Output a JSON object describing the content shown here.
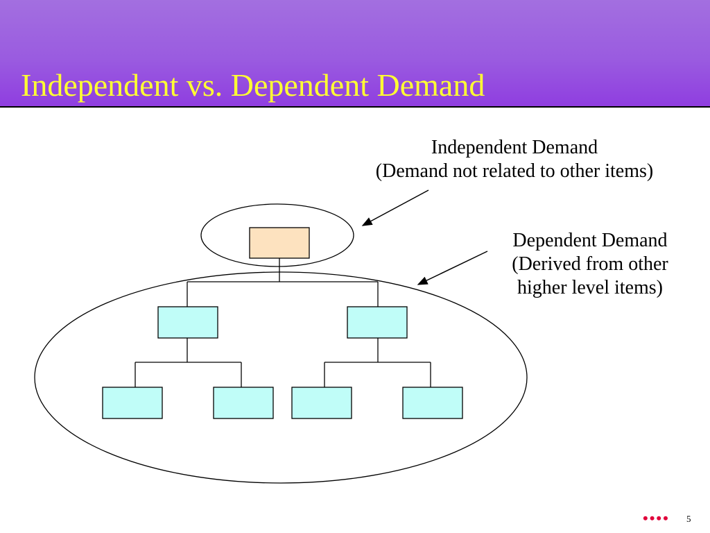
{
  "slide": {
    "title": "Independent vs. Dependent Demand",
    "page_number": "5",
    "dots": "••••"
  },
  "labels": {
    "independent_title": "Independent Demand",
    "independent_desc": "(Demand not related to other items)",
    "dependent_title": "Dependent Demand",
    "dependent_desc_1": "(Derived from other",
    "dependent_desc_2": "higher level items)"
  },
  "colors": {
    "header_top": "#a36fe0",
    "header_bottom": "#8f3de0",
    "title": "#ffff33",
    "top_item_fill": "#fde2bf",
    "child_item_fill": "#c0fdf8",
    "dots": "#e0003a"
  },
  "tree": {
    "root": "independent item",
    "level_1": [
      "dependent item",
      "dependent item"
    ],
    "level_2": [
      "dependent item",
      "dependent item",
      "dependent item",
      "dependent item"
    ]
  }
}
